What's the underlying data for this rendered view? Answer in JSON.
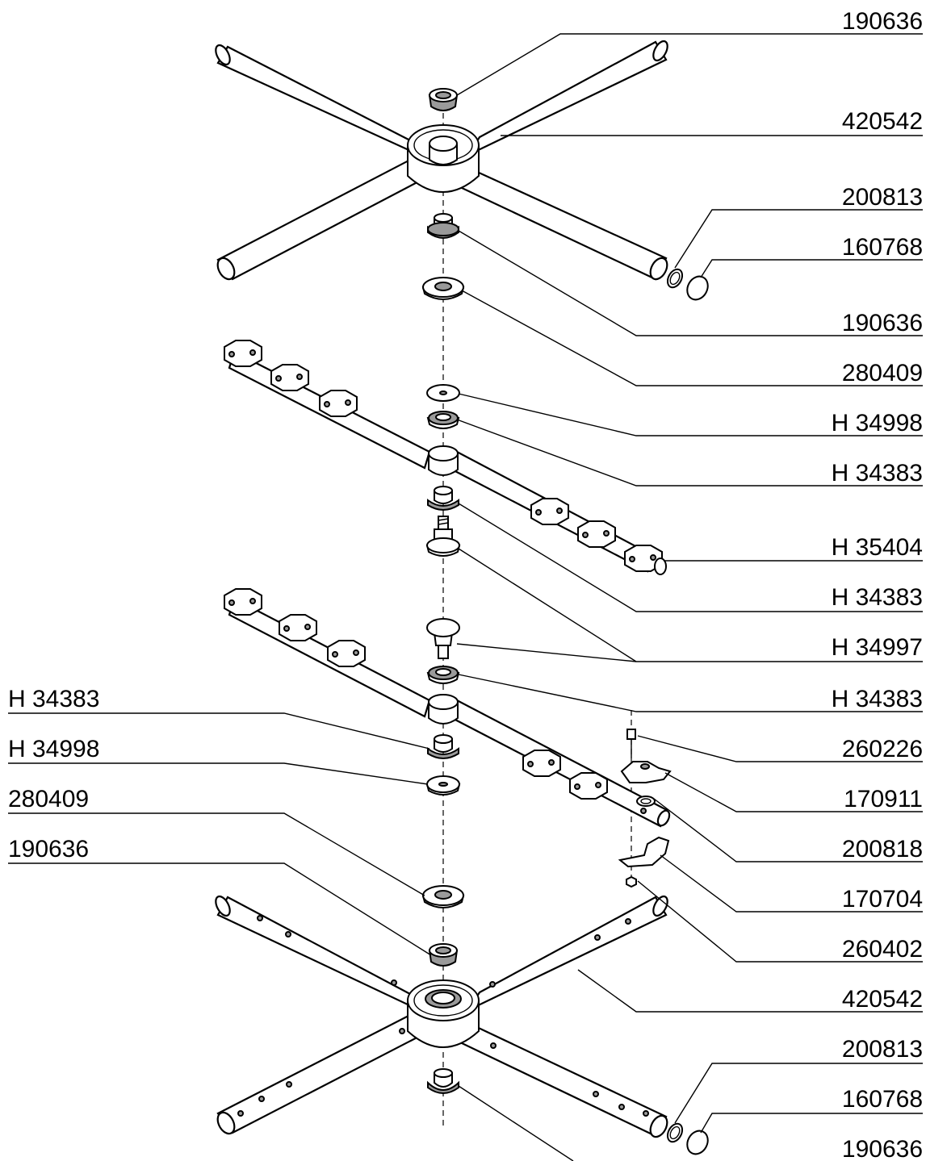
{
  "labels_right": [
    "190636",
    "420542",
    "200813",
    "160768",
    "190636",
    "280409",
    "H 34998",
    "H 34383",
    "H 35404",
    "H 34383",
    "H 34997",
    "H 34383",
    "260226",
    "170911",
    "200818",
    "170704",
    "260402",
    "420542",
    "200813",
    "160768",
    "190636"
  ],
  "labels_left": [
    "H 34383",
    "H 34998",
    "280409",
    "190636"
  ]
}
